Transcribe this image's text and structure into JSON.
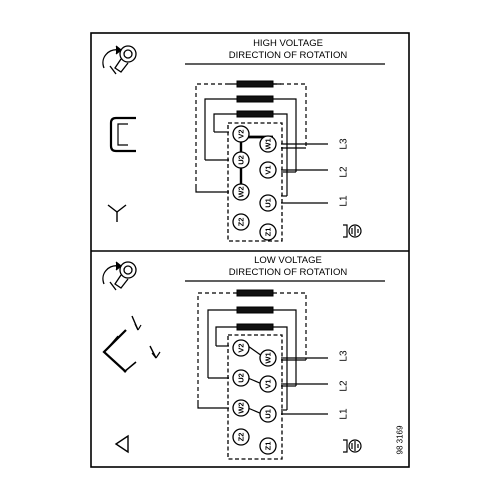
{
  "high_voltage": {
    "title_line1": "HIGH VOLTAGE",
    "title_line2": "DIRECTION OF ROTATION",
    "terminals": [
      "V2",
      "W1",
      "U2",
      "V1",
      "W2",
      "U1",
      "Z2",
      "Z1"
    ],
    "lines": [
      "L3",
      "L2",
      "L1"
    ],
    "connection_symbol": "star"
  },
  "low_voltage": {
    "title_line1": "LOW VOLTAGE",
    "title_line2": "DIRECTION OF ROTATION",
    "terminals": [
      "V2",
      "W1",
      "U2",
      "V1",
      "W2",
      "U1",
      "Z2",
      "Z1"
    ],
    "lines": [
      "L3",
      "L2",
      "L1"
    ],
    "connection_symbol": "delta"
  },
  "doc_number": "98 3169",
  "icons": [
    "rotation-arrow-icon",
    "connector-link-icon",
    "star-connection-icon",
    "delta-connection-icon",
    "ground-icon"
  ]
}
